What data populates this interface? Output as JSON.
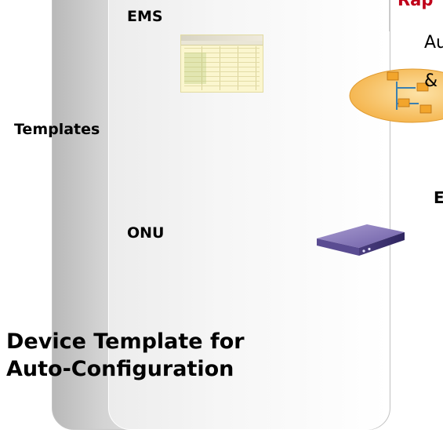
{
  "labels": {
    "ems": "EMS",
    "templates": "Templates",
    "onu": "ONU",
    "title_line1": "Device Template for",
    "title_line2": "Auto-Configuration"
  },
  "right_column": {
    "heading": "Rap",
    "line1": "Au",
    "line2": "&",
    "letter": "E"
  },
  "colors": {
    "heading_red": "#c0001a",
    "device_purple": "#6a5a9e",
    "network_orange": "#f4b34a"
  },
  "icons": [
    "ems-screenshot-icon",
    "onu-device-icon",
    "network-computers-icon"
  ]
}
